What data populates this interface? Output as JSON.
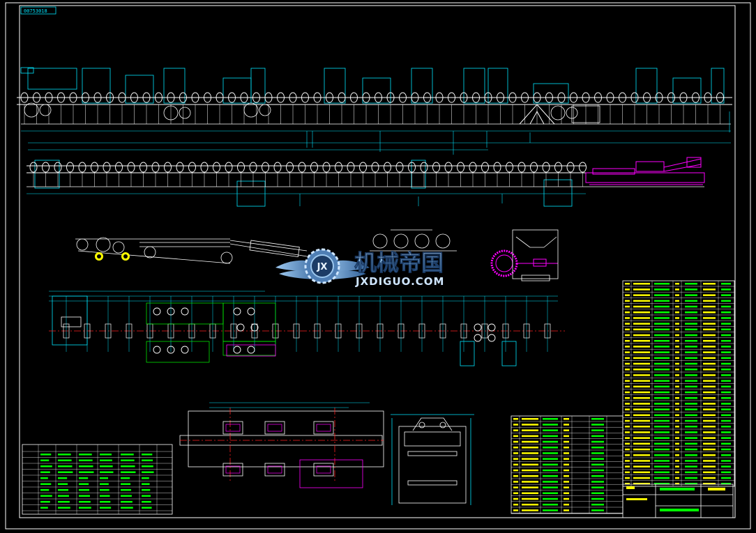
{
  "drawing": {
    "tag": "00753018",
    "colors": {
      "background": "#000000",
      "frame": "#ffffff",
      "cyan": "#00e5ff",
      "green": "#00ff00",
      "yellow": "#ffff00",
      "red": "#ff2020",
      "magenta": "#ff00ff",
      "white": "#ffffff"
    }
  },
  "watermark": {
    "cn_text": "机械帝国",
    "en_text": "JXDIGUO.COM",
    "logo_icon": "gear-wings-icon"
  }
}
